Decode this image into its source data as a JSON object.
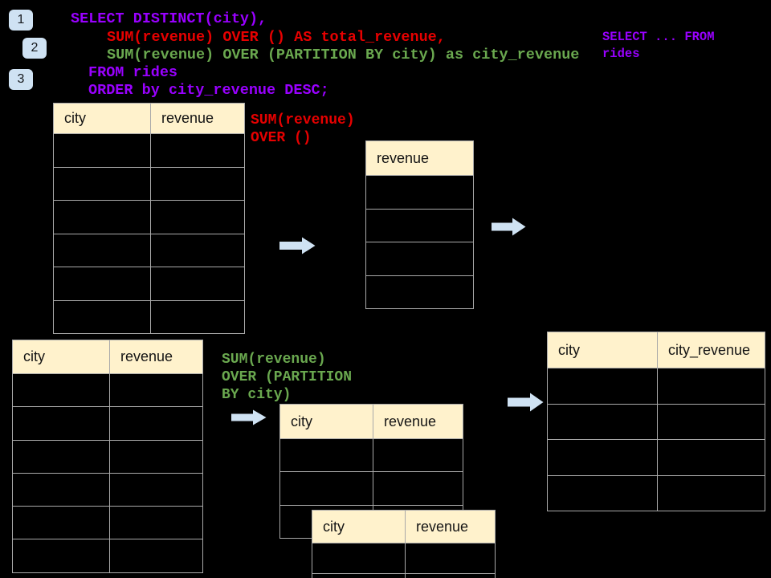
{
  "colors": {
    "background": "#000000",
    "sql_purple": "#9900ff",
    "sql_red": "#e60000",
    "sql_green": "#6aa84f",
    "badge_and_arrow_blue": "#cfe2f3",
    "table_header_bg": "#fff2cc",
    "table_border": "#a9a9a9",
    "table_body_bg": "#000000"
  },
  "badges": [
    {
      "label": "1"
    },
    {
      "label": "2"
    },
    {
      "label": "3"
    }
  ],
  "sql": {
    "lines": [
      {
        "text": "SELECT DISTINCT(city),",
        "color": "purple"
      },
      {
        "text": "SUM(revenue) OVER () AS total_revenue,",
        "color": "red"
      },
      {
        "text": "SUM(revenue) OVER (PARTITION BY city) as city_revenue",
        "color": "green"
      },
      {
        "text": "FROM rides",
        "color": "purple"
      },
      {
        "text": "ORDER by city_revenue DESC;",
        "color": "purple"
      }
    ]
  },
  "side_note": {
    "text": "SELECT ... FROM\nrides"
  },
  "labels": {
    "total_label": "SUM(revenue)\nOVER ()",
    "partition_label": "SUM(revenue)\nOVER (PARTITION\nBY city)"
  },
  "tables": {
    "source_top": {
      "headers": [
        "city",
        "revenue"
      ],
      "rows": 6
    },
    "total_result": {
      "headers": [
        "revenue"
      ],
      "rows": 4
    },
    "source_bottom": {
      "headers": [
        "city",
        "revenue"
      ],
      "rows": 6
    },
    "partition_mid": {
      "headers": [
        "city",
        "revenue"
      ],
      "rows": 3
    },
    "partition_overlay": {
      "headers": [
        "city",
        "revenue"
      ],
      "rows": 2
    },
    "city_revenue_result": {
      "headers": [
        "city",
        "city_revenue"
      ],
      "rows": 4
    }
  }
}
